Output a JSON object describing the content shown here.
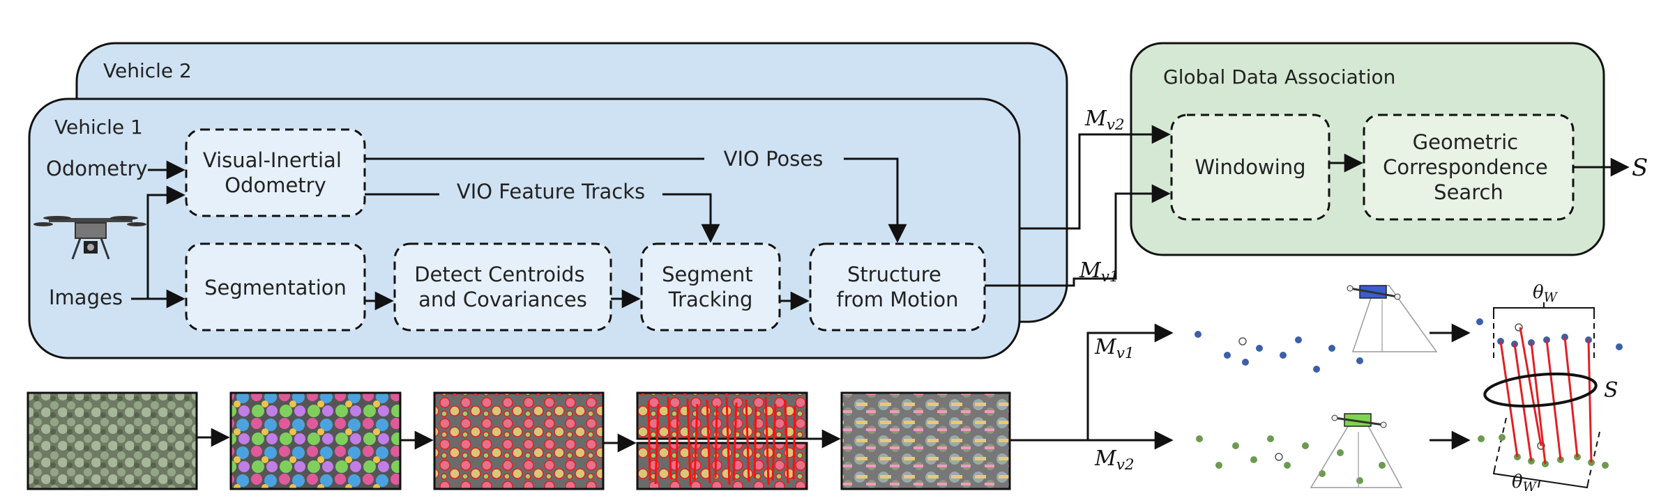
{
  "vehicles": {
    "vehicle2_label": "Vehicle 2",
    "vehicle1_label": "Vehicle 1"
  },
  "inputs": {
    "odometry": "Odometry",
    "images": "Images"
  },
  "pipeline": {
    "vio_line1": "Visual-Inertial",
    "vio_line2": "Odometry",
    "segmentation": "Segmentation",
    "detect_line1": "Detect Centroids",
    "detect_line2": "and Covariances",
    "tracking_line1": "Segment",
    "tracking_line2": "Tracking",
    "sfm_line1": "Structure",
    "sfm_line2": "from Motion",
    "vio_poses": "VIO Poses",
    "vio_feature_tracks": "VIO Feature Tracks"
  },
  "global": {
    "title": "Global Data Association",
    "windowing": "Windowing",
    "geo_line1": "Geometric",
    "geo_line2": "Correspondence",
    "geo_line3": "Search",
    "output": "S"
  },
  "maps": {
    "m_symbol": "M",
    "v2_sub": "v2",
    "v1_sub": "v1"
  },
  "illustration": {
    "theta_symbol": "θ",
    "theta_sub": "W",
    "s_label": "S"
  },
  "colors": {
    "vehicle_fill": "#cfe2f3",
    "module_fill": "#e6f0fa",
    "global_fill": "#d5e8d4",
    "global_module_fill": "#e8f3e6",
    "blue_dot": "#3c5fa8",
    "green_dot": "#6c9a4f",
    "match_line": "#e02020"
  }
}
